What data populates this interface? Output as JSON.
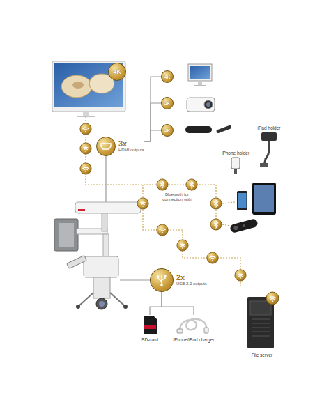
{
  "diagram": {
    "nodes": [
      {
        "text": [
          "4K"
        ]
      },
      {
        "text": [
          "3x",
          "HDMI outputs"
        ]
      },
      {
        "text": [
          "4K"
        ]
      },
      {
        "text": [
          "4K"
        ]
      },
      {
        "text": [
          "4K"
        ]
      },
      {
        "text": [
          "iPad holder"
        ]
      },
      {
        "text": [
          "iPhone holder"
        ]
      },
      {
        "text": [
          "2x",
          "USB 2.0 outputs"
        ]
      },
      {
        "text": [
          "SD-card"
        ]
      },
      {
        "text": [
          "iPhone/iPad charger"
        ]
      },
      {
        "text": [
          "File server"
        ]
      }
    ],
    "edges": [
      {
        "from": 1,
        "to": 2,
        "arrow": "none"
      },
      {
        "from": 1,
        "to": 3,
        "arrow": "none"
      },
      {
        "from": 1,
        "to": 4,
        "arrow": "none"
      },
      {
        "from": 7,
        "to": 8,
        "arrow": "none"
      },
      {
        "from": 7,
        "to": 9,
        "arrow": "none"
      }
    ],
    "labels": [
      "Bluetooth for connection with"
    ]
  }
}
